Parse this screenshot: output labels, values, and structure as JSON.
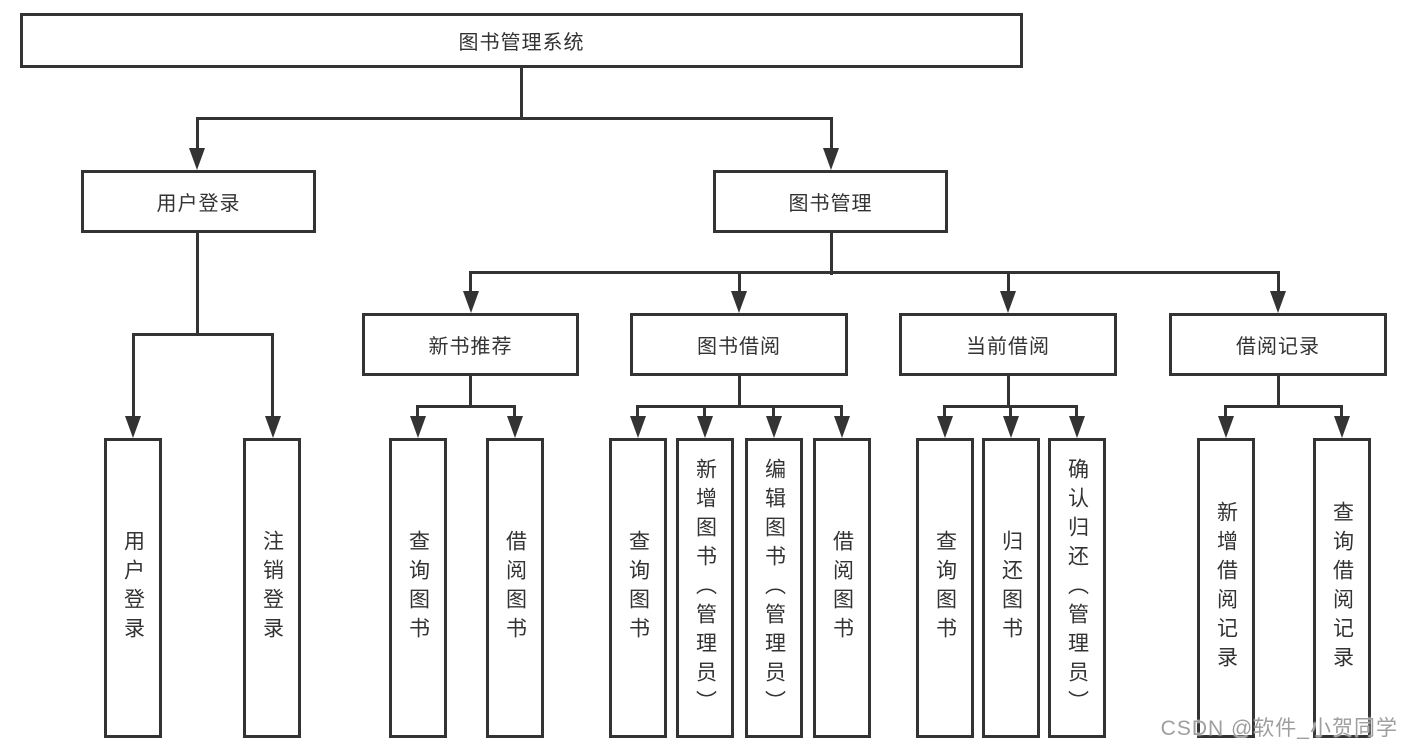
{
  "diagram": {
    "type": "tree-structure-chart",
    "watermark": "CSDN @软件_小贺同学",
    "colors": {
      "line": "#333333",
      "box_background": "#ffffff",
      "text": "#333333",
      "watermark": "#9e9e9e",
      "page_background": "#ffffff"
    }
  },
  "labels": {
    "root": "图书管理系统",
    "user_login_group": "用户登录",
    "book_mgmt": "图书管理",
    "new_book_rec": "新书推荐",
    "book_borrow": "图书借阅",
    "current_borrow": "当前借阅",
    "borrow_records": "借阅记录",
    "user_login": "用户登录",
    "logout": "注销登录",
    "nb_query": "查询图书",
    "nb_borrow": "借阅图书",
    "bb_query": "查询图书",
    "bb_add": "新增图书（管理员）",
    "bb_edit": "编辑图书（管理员）",
    "bb_borrow": "借阅图书",
    "cb_query": "查询图书",
    "cb_return": "归还图书",
    "cb_confirm": "确认归还（管理员）",
    "br_add": "新增借阅记录",
    "br_query": "查询借阅记录"
  },
  "hierarchy": {
    "id": "root",
    "children": [
      {
        "id": "user_login_group",
        "children": [
          {
            "id": "user_login"
          },
          {
            "id": "logout"
          }
        ]
      },
      {
        "id": "book_mgmt",
        "children": [
          {
            "id": "new_book_rec",
            "children": [
              {
                "id": "nb_query"
              },
              {
                "id": "nb_borrow"
              }
            ]
          },
          {
            "id": "book_borrow",
            "children": [
              {
                "id": "bb_query"
              },
              {
                "id": "bb_add"
              },
              {
                "id": "bb_edit"
              },
              {
                "id": "bb_borrow"
              }
            ]
          },
          {
            "id": "current_borrow",
            "children": [
              {
                "id": "cb_query"
              },
              {
                "id": "cb_return"
              },
              {
                "id": "cb_confirm"
              }
            ]
          },
          {
            "id": "borrow_records",
            "children": [
              {
                "id": "br_add"
              },
              {
                "id": "br_query"
              }
            ]
          }
        ]
      }
    ]
  }
}
